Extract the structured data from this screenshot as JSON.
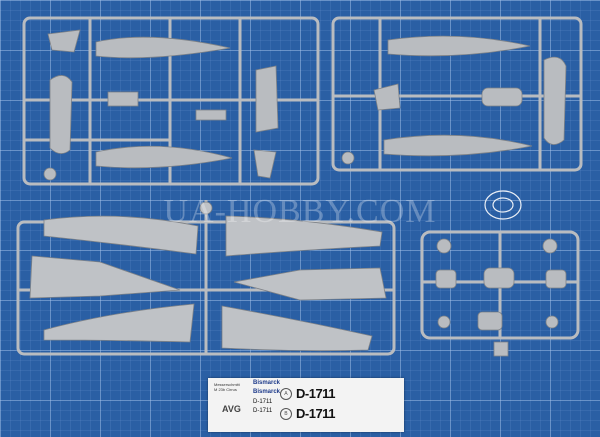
{
  "watermark": "UA-HOBBY.COM",
  "decal_sheet": {
    "brand_line1": "Messerschmitt",
    "brand_line2": "M 23b Cirrus",
    "logo": "AVG",
    "bismarck_1": "Bismarck",
    "bismarck_2": "Bismarck",
    "small_reg_1": "D-1711",
    "small_reg_2": "D-1711",
    "large_reg": "D-1711",
    "marker_a": "A",
    "marker_b": "B"
  },
  "colors": {
    "mat": "#2a5fa4",
    "grid": "#9fc0e6",
    "plastic": "#b9bcc0",
    "plastic_shadow": "#7e8287"
  }
}
